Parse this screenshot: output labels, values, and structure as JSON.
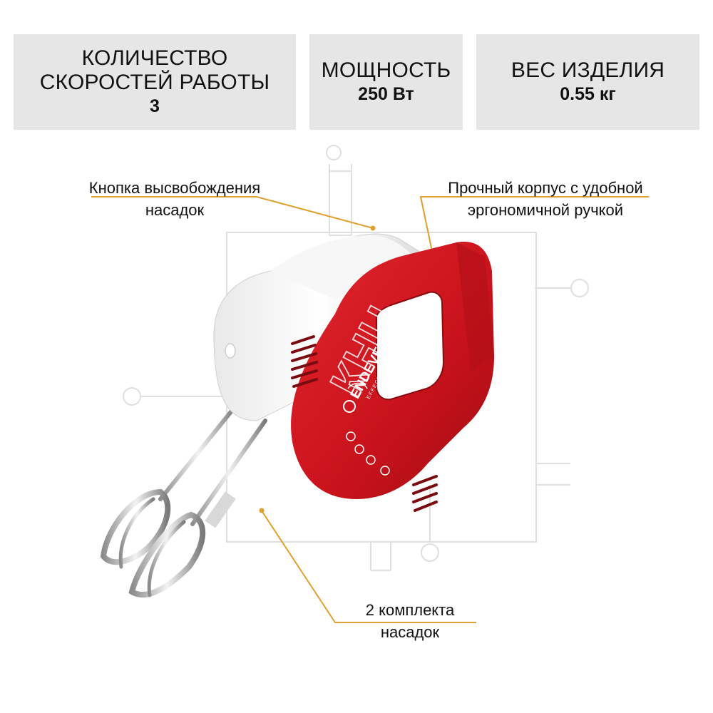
{
  "specs": [
    {
      "label": "КОЛИЧЕСТВО СКОРОСТЕЙ РАБОТЫ",
      "value": "3"
    },
    {
      "label": "МОЩНОСТЬ",
      "value": "250 Вт"
    },
    {
      "label": "ВЕС ИЗДЕЛИЯ",
      "value": "0.55 кг"
    }
  ],
  "callouts": {
    "release_button": "Кнопка высвобождения насадок",
    "body": "Прочный корпус с удобной эргономичной ручкой",
    "beaters": "2 комплекта насадок"
  },
  "product": {
    "brand": "ENDEVER",
    "slogan": "EFFECTING IDEAS",
    "watermark": "КНЦ"
  },
  "colors": {
    "accent_line": "#e0a030",
    "mixer_red": "#d2161f",
    "mixer_white": "#f4f4f4",
    "spec_background": "#e6e6e6"
  }
}
